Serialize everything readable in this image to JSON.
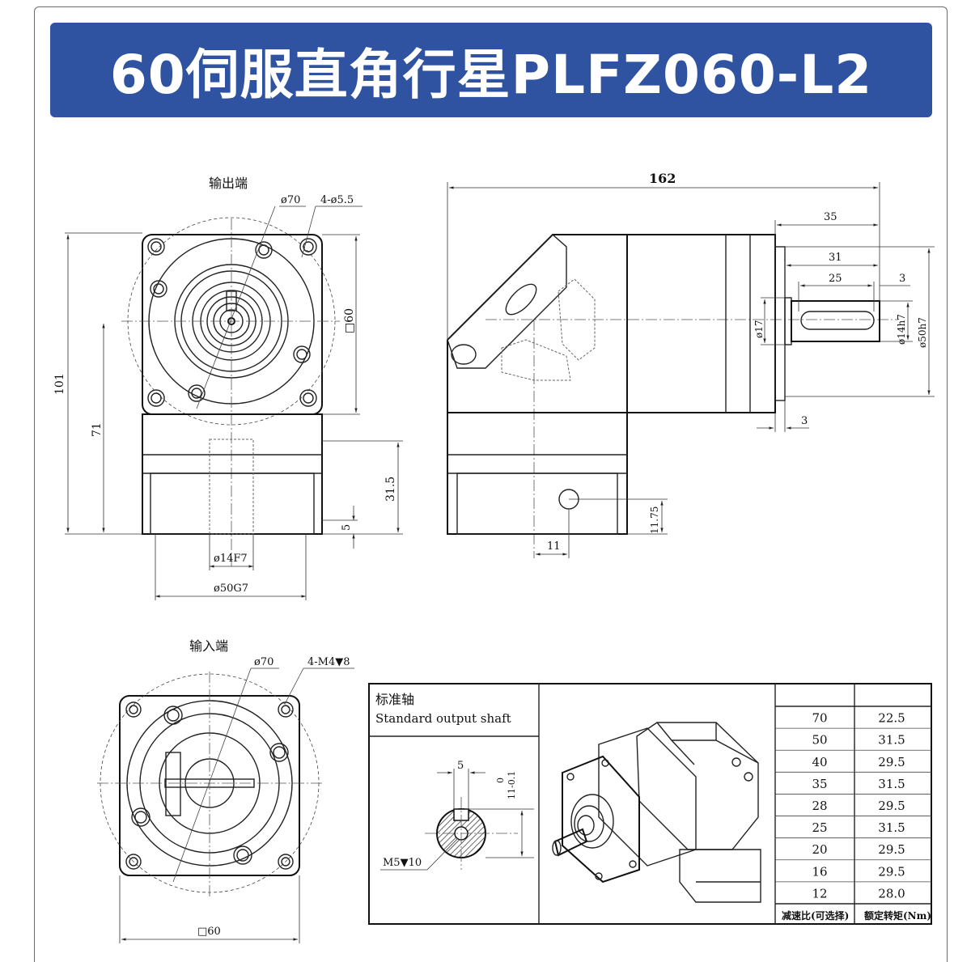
{
  "title": "60伺服直角行星PLFZ060-L2",
  "output_end": {
    "label": "输出端",
    "dim_pcd": "ø70",
    "dim_holes": "4-ø5.5",
    "dim_square": "□60",
    "dim_101": "101",
    "dim_71": "71",
    "dim_31_5": "31.5",
    "dim_5": "5",
    "dim_14f7": "ø14F7",
    "dim_50g7": "ø50G7"
  },
  "side_view": {
    "dim_162": "162",
    "dim_35": "35",
    "dim_31": "31",
    "dim_25": "25",
    "dim_3_top": "3",
    "dim_17": "ø17",
    "dim_14h7": "ø14h7",
    "dim_50h7": "ø50h7",
    "dim_3_bottom": "3",
    "dim_11_75": "11.75",
    "dim_11": "11"
  },
  "input_end": {
    "label": "输入端",
    "dim_pcd": "ø70",
    "dim_threads": "4-M4▼8",
    "dim_square": "□60"
  },
  "standard_shaft": {
    "title_cn": "标准轴",
    "title_en": "Standard output shaft",
    "dim_5": "5",
    "tol_upper": "0",
    "tol_lower": "11-0.1",
    "thread": "M5▼10"
  },
  "ratio_table": {
    "col_ratio": "减速比(可选择)",
    "col_torque": "额定转矩(Nm)",
    "rows": [
      {
        "ratio": "70",
        "torque": "22.5"
      },
      {
        "ratio": "50",
        "torque": "31.5"
      },
      {
        "ratio": "40",
        "torque": "29.5"
      },
      {
        "ratio": "35",
        "torque": "31.5"
      },
      {
        "ratio": "28",
        "torque": "29.5"
      },
      {
        "ratio": "25",
        "torque": "31.5"
      },
      {
        "ratio": "20",
        "torque": "29.5"
      },
      {
        "ratio": "16",
        "torque": "29.5"
      },
      {
        "ratio": "12",
        "torque": "28.0"
      }
    ]
  }
}
